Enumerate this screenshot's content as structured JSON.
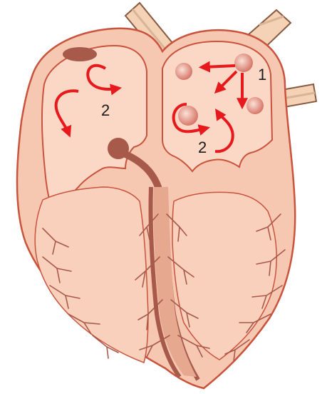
{
  "labels": {
    "right_atrium_reentry": "2",
    "left_atrium_focus": "1",
    "left_atrium_reentry": "2"
  },
  "colors": {
    "tissue_fill": "#f6c8b2",
    "tissue_outline": "#c9533c",
    "conduction_path": "#a85a4a",
    "arrow": "#e8191c",
    "vessel_fill": "#f3d2b6",
    "vessel_stroke": "#8a5a40"
  },
  "icons": {
    "arrow": "curved-red-arrow",
    "focus": "ectopic-focus-spot"
  }
}
